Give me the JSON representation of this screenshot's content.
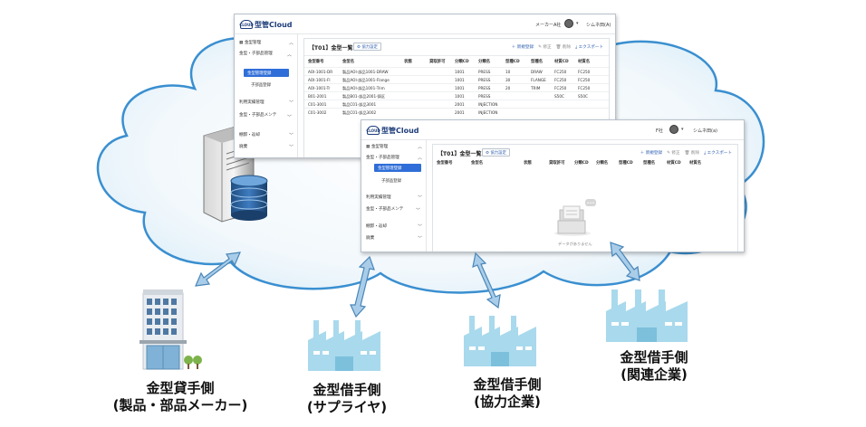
{
  "app": {
    "logo_text": "型管Cloud",
    "logo_mark": "CLOUD"
  },
  "window_back": {
    "company": "メーカーA社",
    "user": "シムネ田(A)",
    "sidebar": [
      {
        "label": "金型管理",
        "chev": "︿"
      },
      {
        "label": "金型・子部品管理",
        "chev": "︿"
      },
      {
        "label": "利用実績管理",
        "chev": "﹀"
      },
      {
        "label": "金型・子部品メンテ",
        "chev": "﹀"
      },
      {
        "label": "棚卸・返却",
        "chev": "﹀"
      },
      {
        "label": "廃棄",
        "chev": "﹀"
      }
    ],
    "sidebar_selected": "金型管理登録",
    "sidebar_sub": "子部品登録",
    "page_title": "【T01】金型一覧",
    "filter_label": "⚙ 協力設定",
    "actions": {
      "new": "＋ 新規登録",
      "edit": "✎ 修正",
      "delete": "🗑 削除",
      "export": "⤓ エクスポート"
    },
    "columns": [
      "金型番号",
      "金型名",
      "状態",
      "貸取許可",
      "分類CD",
      "分類名",
      "型種CD",
      "型種名",
      "材質CD",
      "材質名"
    ],
    "rows": [
      [
        "AOI-1001-DR",
        "製品AOI-部品1001-DRAW",
        "",
        "",
        "1001",
        "PRESS",
        "10",
        "DRAW",
        "FC250",
        "FC250"
      ],
      [
        "AOI-1001-Fl",
        "製品AOI-部品1001-Flange",
        "",
        "",
        "1001",
        "PRESS",
        "30",
        "FLANGE",
        "FC250",
        "FC250"
      ],
      [
        "AOI-1001-Tr",
        "製品AOI-部品1001-Trim",
        "",
        "",
        "1001",
        "PRESS",
        "20",
        "TRIM",
        "FC250",
        "FC250"
      ],
      [
        "B01-2001",
        "製品B01-部品2001-鋳区",
        "",
        "",
        "1001",
        "PRESS",
        "",
        "",
        "S50C",
        "S50C"
      ],
      [
        "C01-3001",
        "製品C01-部品3001",
        "",
        "",
        "2001",
        "INJECTION",
        "",
        "",
        "",
        ""
      ],
      [
        "C01-3002",
        "製品C01-部品3002",
        "",
        "",
        "2001",
        "INJECTION",
        "",
        "",
        "",
        ""
      ]
    ]
  },
  "window_front": {
    "company": "F社",
    "user": "シムネ田(a)",
    "sidebar": [
      {
        "label": "金型管理",
        "chev": "︿"
      },
      {
        "label": "金型・子部品管理",
        "chev": "︿"
      },
      {
        "label": "利用実績管理",
        "chev": "﹀"
      },
      {
        "label": "金型・子部品メンテ",
        "chev": "﹀"
      },
      {
        "label": "棚卸・返却",
        "chev": "﹀"
      },
      {
        "label": "廃棄",
        "chev": "﹀"
      }
    ],
    "sidebar_selected": "金型管理登録",
    "sidebar_sub": "子部品登録",
    "page_title": "【T01】金型一覧",
    "filter_label": "⚙ 協力設定",
    "actions": {
      "new": "＋ 新規登録",
      "edit": "✎ 修正",
      "delete": "🗑 削除",
      "export": "⤓ エクスポート"
    },
    "columns": [
      "金型番号",
      "金型名",
      "状態",
      "貸取許可",
      "分類CD",
      "分類名",
      "型種CD",
      "型種名",
      "材質CD",
      "材質名"
    ],
    "empty_text": "データがありません"
  },
  "parties": [
    {
      "line1": "金型貸手側",
      "line2": "(製品・部品メーカー)"
    },
    {
      "line1": "金型借手側",
      "line2": "(サプライヤ)"
    },
    {
      "line1": "金型借手側",
      "line2": "(協力企業)"
    },
    {
      "line1": "金型借手側",
      "line2": "(関連企業)"
    }
  ],
  "colors": {
    "cloud_fill": "#e8f4fb",
    "cloud_stroke": "#3a8fd0",
    "arrow_fill": "#9fc6e6",
    "arrow_stroke": "#4a86b8",
    "factory": "#a9d9ec",
    "accent": "#2f6ed8"
  }
}
